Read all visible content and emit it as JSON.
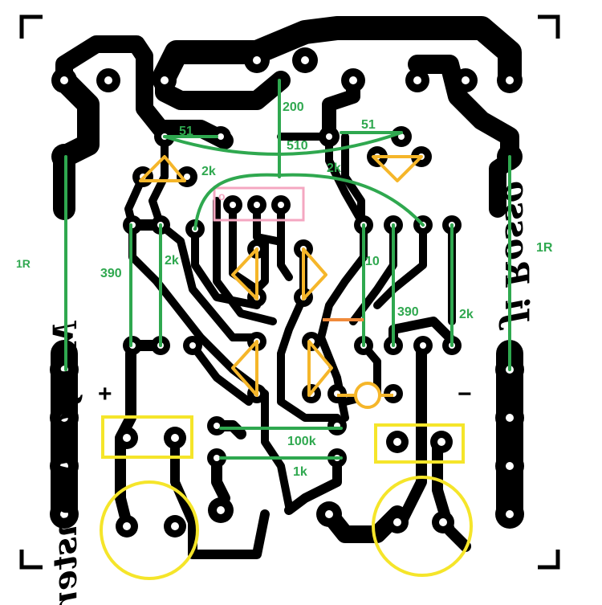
{
  "board": {
    "mirrored_text_left": "Mosfet Monster",
    "mirrored_text_right": "Ji Rosso"
  },
  "colors": {
    "copper": "#000000",
    "pad_hole": "#ffffff",
    "jumper": "#2fa84f",
    "ic_outline": "#f4a7c1",
    "diode": "#f5b62a",
    "connector": "#f5e52a",
    "wire_orange": "#f08a3a"
  },
  "labels": {
    "r_200": "200",
    "r_510": "510",
    "r_51_left": "51",
    "r_51_right": "51",
    "r_2k_a": "2k",
    "r_2k_b": "2k",
    "r_2k_c": "2k",
    "r_2k_d": "2k",
    "r_390_left": "390",
    "r_390_right": "390",
    "r_10": "10",
    "r_100k": "100k",
    "r_1k": "1k",
    "r_1r_left": "1R",
    "r_1r_right": "1R",
    "plus": "+",
    "minus": "−",
    "pin1_marker": "o"
  },
  "icons": {
    "corner_marks": "corner-crop-mark-icon",
    "diode": "triangle-diode-icon",
    "connector": "screw-terminal-icon"
  }
}
